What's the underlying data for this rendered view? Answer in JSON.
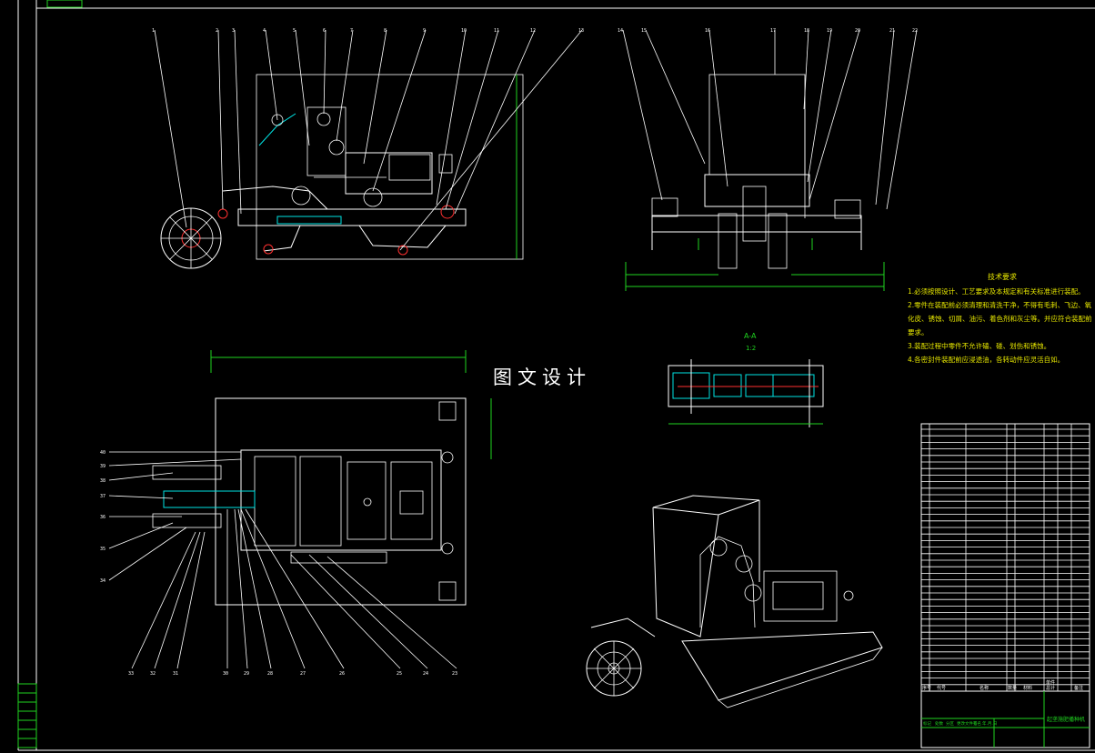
{
  "watermark": "图文设计",
  "section_label": "A-A",
  "section_scale": "1:2",
  "tech_requirements": {
    "title": "技术要求",
    "lines": [
      "1.必须按照设计、工艺要求及本规定和有关标准进行装配。",
      "2.零件在装配前必须清理和清洗干净，不得有毛刺、飞边、氧",
      "化皮、锈蚀、切屑、油污、着色剂和灰尘等。并应符合装配前",
      "要求。",
      "3.装配过程中零件不允许磕、碰、划伤和锈蚀。",
      "4.各密封件装配前应浸透油，各转动件应灵活自如。"
    ]
  },
  "parts_header": [
    "序号",
    "代号",
    "名称",
    "数量",
    "材料",
    "单件",
    "总计",
    "备注"
  ],
  "title_block": {
    "drawing_title": "起垄施肥播种机",
    "fields": [
      "标记",
      "处数",
      "分区",
      "更改文件号",
      "签名",
      "年.月.日"
    ]
  }
}
